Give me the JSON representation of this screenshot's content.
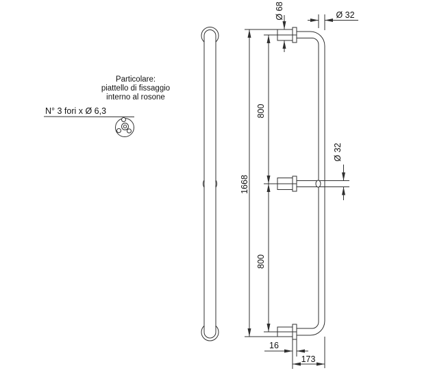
{
  "note": {
    "line1": "Particolare:",
    "line2": "piattello di fissaggio",
    "line3": "interno al rosone"
  },
  "detail_label": "N° 3 fori x Ø 6,3",
  "dimensions": {
    "rosette_diameter": "Ø 68",
    "tube_diameter_top": "Ø 32",
    "span_upper": "800",
    "overall_length": "1668",
    "span_lower": "800",
    "tube_diameter_mid": "Ø 32",
    "plate_thickness": "16",
    "wall_clearance": "173"
  },
  "colors": {
    "line": "#2f2f2f",
    "text": "#111111",
    "background": "#ffffff"
  }
}
